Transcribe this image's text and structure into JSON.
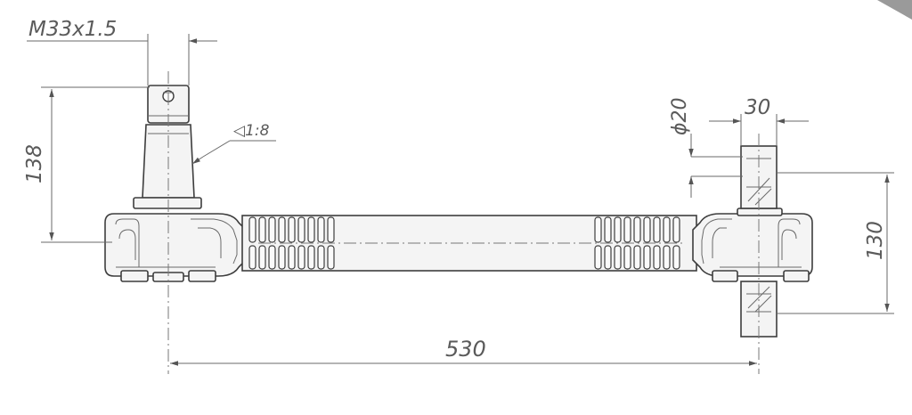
{
  "dimensions": {
    "thread": "M33x1.5",
    "height_left": "138",
    "taper": "1:8",
    "diameter": "ϕ20",
    "width_right": "30",
    "height_right": "130",
    "length": "530"
  },
  "colors": {
    "line": "#3d3d3d",
    "dimension": "#6a6a6a",
    "text": "#5a5a5a",
    "corner": "#9a9a9a"
  }
}
